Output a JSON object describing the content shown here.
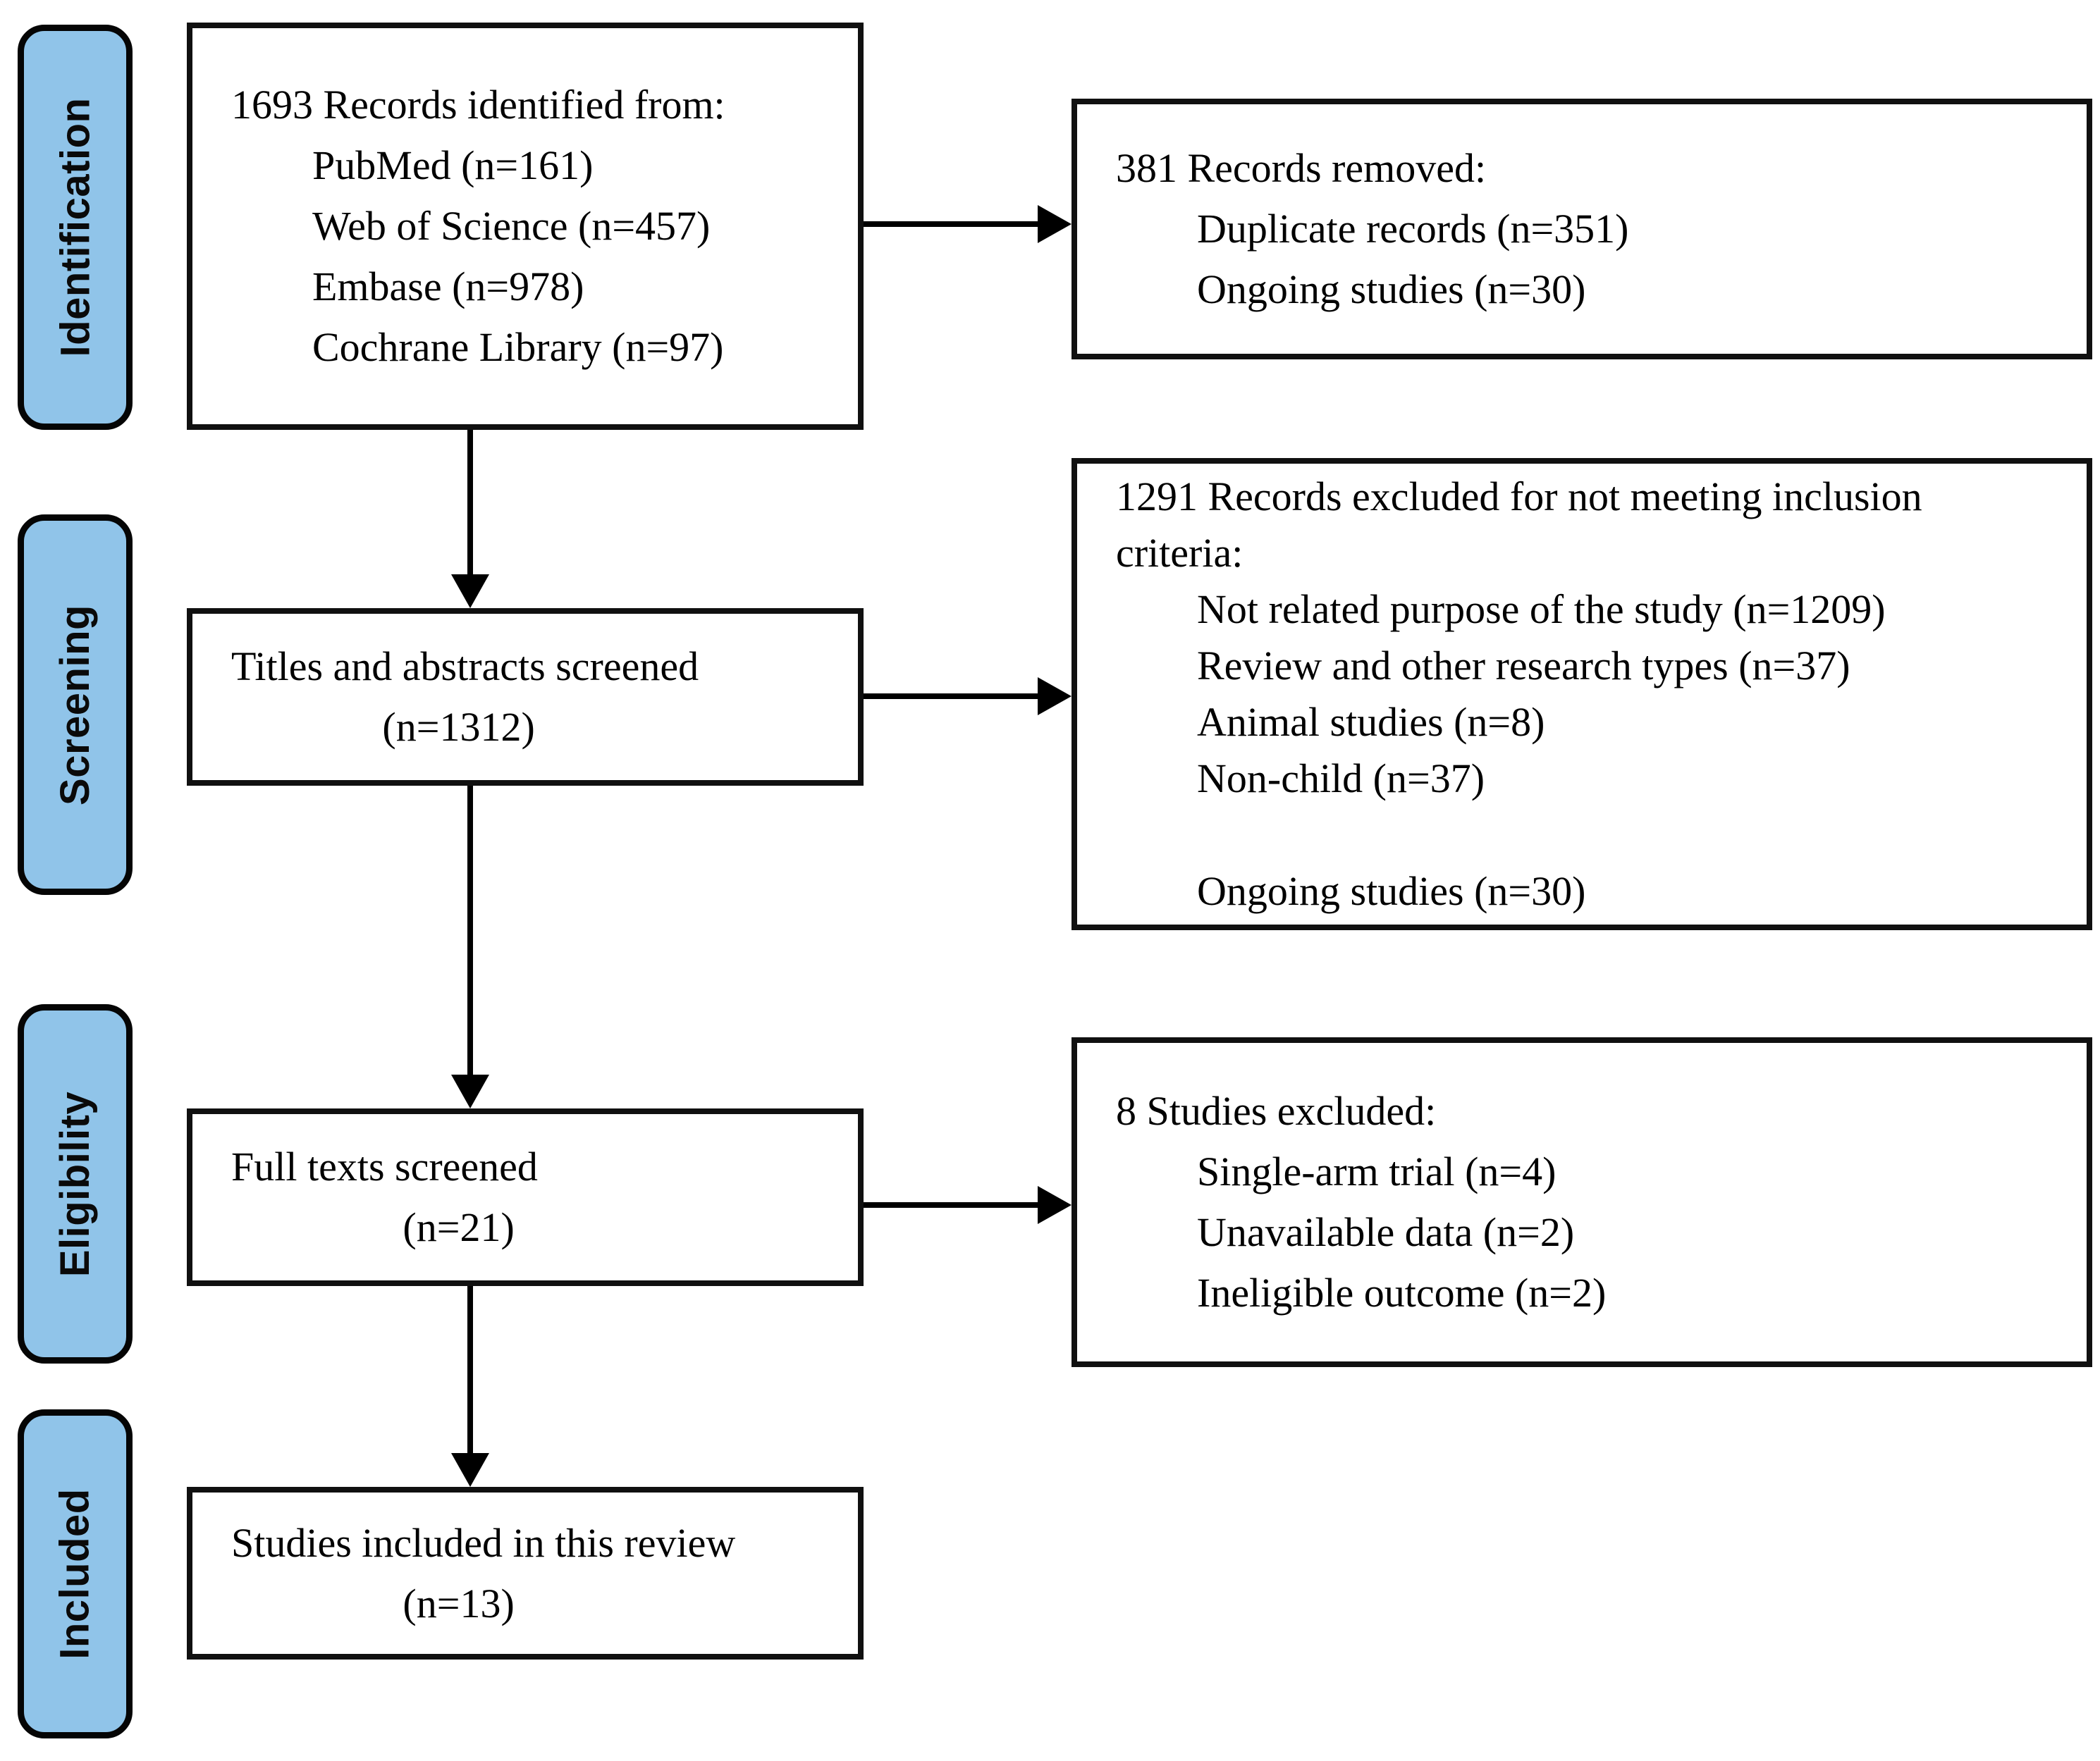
{
  "stage_labels": [
    "Identification",
    "Screening",
    "Eligibility",
    "Included"
  ],
  "boxes": {
    "identified": {
      "heading": "1693 Records identified from:",
      "items": [
        "PubMed (n=161)",
        "Web of Science (n=457)",
        "Embase (n=978)",
        "Cochrane Library (n=97)"
      ]
    },
    "records_removed": {
      "heading": "381 Records removed:",
      "items": [
        "Duplicate records (n=351)",
        "Ongoing studies (n=30)"
      ]
    },
    "titles_screened": {
      "line": "Titles and abstracts screened",
      "n": "(n=1312)"
    },
    "records_excluded": {
      "heading": "1291 Records excluded for not meeting inclusion criteria:",
      "items": [
        "Not related purpose of the study (n=1209)",
        "Review and other research types (n=37)",
        "Animal studies (n=8)",
        "Non-child (n=37)"
      ],
      "gap_item": "Ongoing studies (n=30)"
    },
    "full_texts": {
      "line": "Full texts screened",
      "n": "(n=21)"
    },
    "studies_excluded": {
      "heading": "8 Studies excluded:",
      "items": [
        "Single-arm trial (n=4)",
        "Unavailable data (n=2)",
        "Ineligible outcome (n=2)"
      ]
    },
    "included_review": {
      "line": "Studies included in this review",
      "n": "(n=13)"
    }
  },
  "colors": {
    "stage_fill": "#90C4E9",
    "stage_border": "#000000",
    "box_border": "#101010",
    "text": "#000000",
    "background": "#FFFFFF"
  }
}
